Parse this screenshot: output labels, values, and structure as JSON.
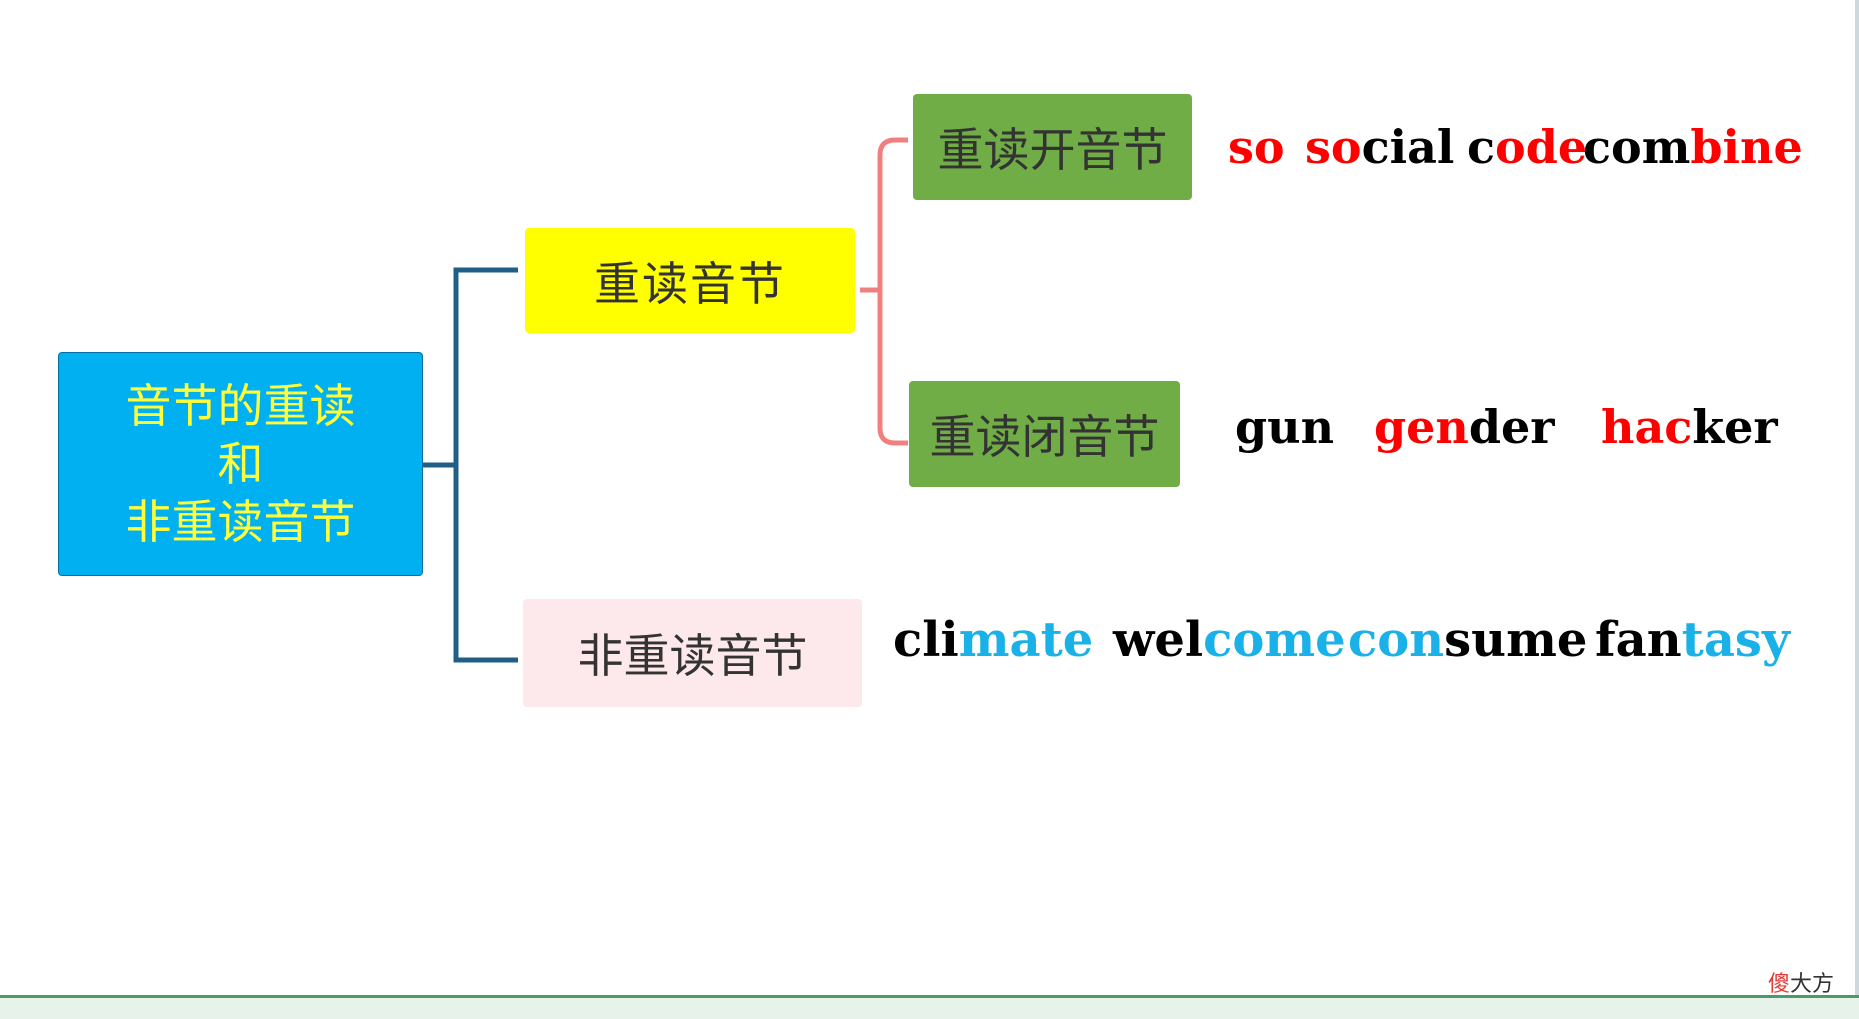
{
  "diagram": {
    "root": {
      "lines": [
        "音节的重读",
        "和",
        "非重读音节"
      ]
    },
    "stressed": {
      "label": "重读音节"
    },
    "open": {
      "label": "重读开音节"
    },
    "closed": {
      "label": "重读闭音节"
    },
    "unstressed": {
      "label": "非重读音节"
    }
  },
  "examples": {
    "open_words": [
      {
        "parts": [
          {
            "text": "so",
            "tone": "r"
          }
        ]
      },
      {
        "parts": [
          {
            "text": "so",
            "tone": "r"
          },
          {
            "text": "cial",
            "tone": "b"
          }
        ]
      },
      {
        "parts": [
          {
            "text": "c",
            "tone": "b"
          },
          {
            "text": "ode",
            "tone": "r"
          }
        ]
      },
      {
        "parts": [
          {
            "text": "com",
            "tone": "b"
          },
          {
            "text": "bine",
            "tone": "r"
          }
        ]
      }
    ],
    "closed_words": [
      {
        "parts": [
          {
            "text": "gun",
            "tone": "b"
          }
        ]
      },
      {
        "parts": [
          {
            "text": "gen",
            "tone": "r"
          },
          {
            "text": "der",
            "tone": "b"
          }
        ]
      },
      {
        "parts": [
          {
            "text": "hac",
            "tone": "r"
          },
          {
            "text": "ker",
            "tone": "b"
          }
        ]
      }
    ],
    "unstressed_words": [
      {
        "parts": [
          {
            "text": "cli",
            "tone": "b"
          },
          {
            "text": "mate",
            "tone": "c"
          }
        ]
      },
      {
        "parts": [
          {
            "text": "wel",
            "tone": "b"
          },
          {
            "text": "come",
            "tone": "c"
          }
        ]
      },
      {
        "parts": [
          {
            "text": "con",
            "tone": "c"
          },
          {
            "text": "sume",
            "tone": "b"
          }
        ]
      },
      {
        "parts": [
          {
            "text": "fan",
            "tone": "b"
          },
          {
            "text": "tasy",
            "tone": "c"
          }
        ]
      }
    ]
  },
  "brand": {
    "accent": "傻",
    "rest": "大方"
  },
  "colors": {
    "root_fill": "#00b0f0",
    "root_text": "#ffff3a",
    "stressed_fill": "#ffff00",
    "syllable_fill": "#70ad47",
    "unstressed_fill": "#fde9ec",
    "connector_dark": "#1f5f86",
    "connector_pink": "#f08080",
    "stressed_letters": "#ff0000",
    "unstressed_letters": "#1ab0e8"
  }
}
